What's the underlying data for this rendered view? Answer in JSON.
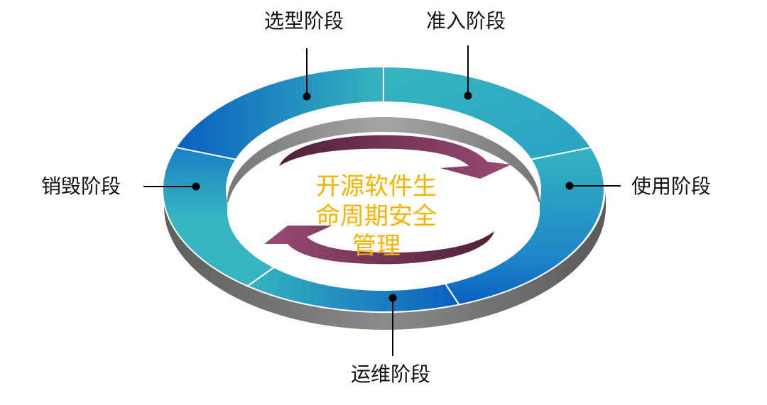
{
  "diagram": {
    "center_title_lines": [
      "开源软件生",
      "命周期安全",
      "管理"
    ],
    "stages": [
      {
        "id": "selection",
        "label": "选型阶段"
      },
      {
        "id": "admission",
        "label": "准入阶段"
      },
      {
        "id": "usage",
        "label": "使用阶段"
      },
      {
        "id": "operation",
        "label": "运维阶段"
      },
      {
        "id": "destruction",
        "label": "销毁阶段"
      }
    ],
    "colors": {
      "ring_teal": "#36b4bf",
      "ring_blue": "#0a5fc0",
      "ring_side": "#6b6b6b",
      "arrow": "#8b3d66",
      "title": "#f5b400"
    }
  }
}
